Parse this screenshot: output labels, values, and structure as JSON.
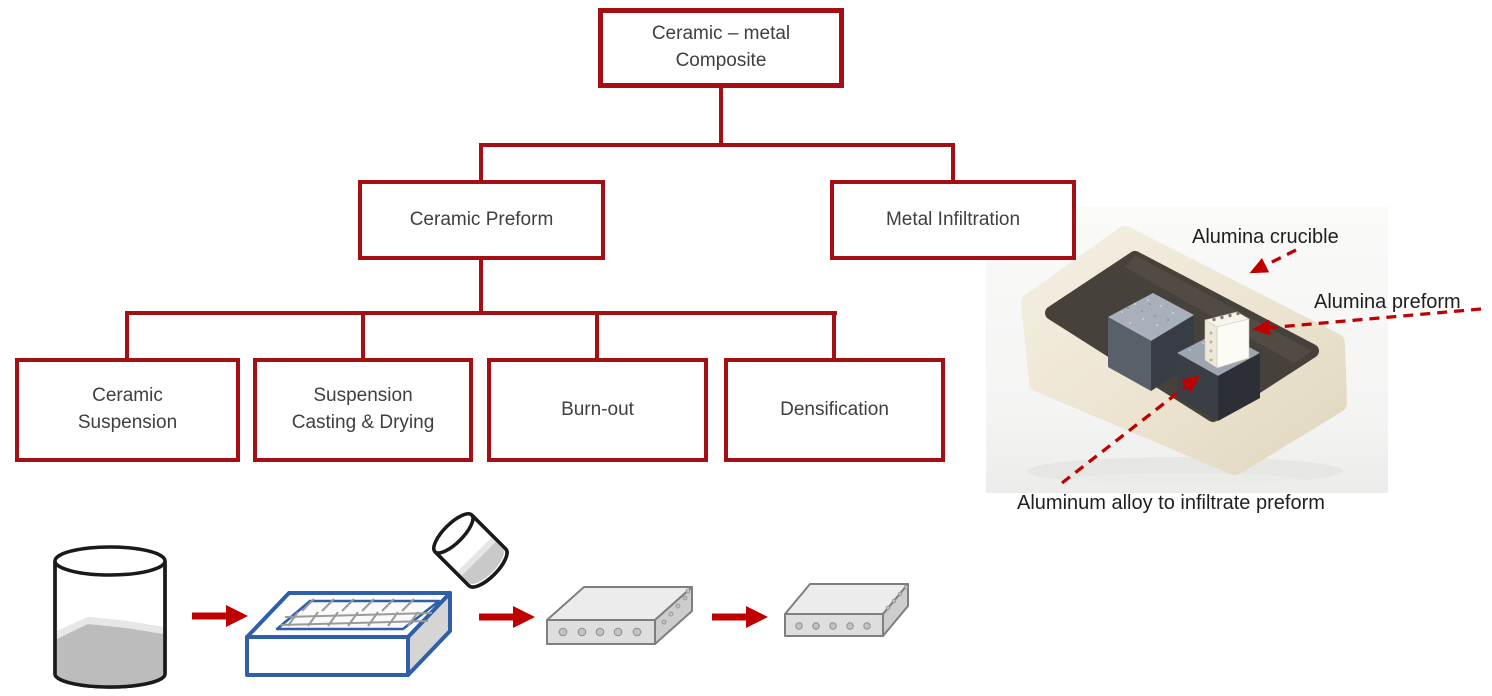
{
  "colors": {
    "box_border_red": "#A50E13",
    "connector_red": "#A50E13",
    "box_text_gray": "#3F3F3F",
    "annotation_text": "#1F1F1F",
    "solid_arrow_red": "#C00000",
    "dashed_arrow_red": "#C00000",
    "mold_blue": "#2E5FA8",
    "crucible_cream": "#EFE8D7",
    "crucible_interior": "#46413A"
  },
  "flowchart": {
    "nodes": {
      "root": {
        "lines": [
          "Ceramic – metal",
          "Composite"
        ]
      },
      "preform": {
        "lines": [
          "Ceramic Preform"
        ]
      },
      "infiltration": {
        "lines": [
          "Metal Infiltration"
        ]
      },
      "suspension": {
        "lines": [
          "Ceramic",
          "Suspension"
        ]
      },
      "casting": {
        "lines": [
          "Suspension",
          "Casting & Drying"
        ]
      },
      "burnout": {
        "lines": [
          "Burn-out"
        ]
      },
      "densification": {
        "lines": [
          "Densification"
        ]
      }
    }
  },
  "figure": {
    "labels": {
      "crucible": "Alumina crucible",
      "preform": "Alumina preform",
      "alloy": "Aluminum alloy to infiltrate preform"
    },
    "icons": [
      "alumina-crucible-3d-render",
      "alloy-cube",
      "alumina-preform-block",
      "dashed-annotation-arrow"
    ]
  },
  "process": {
    "icons": [
      "suspension-beaker-icon",
      "red-arrow-icon",
      "casting-mold-icon",
      "pouring-cup-icon",
      "green-body-slab-icon",
      "densified-slab-icon"
    ]
  }
}
